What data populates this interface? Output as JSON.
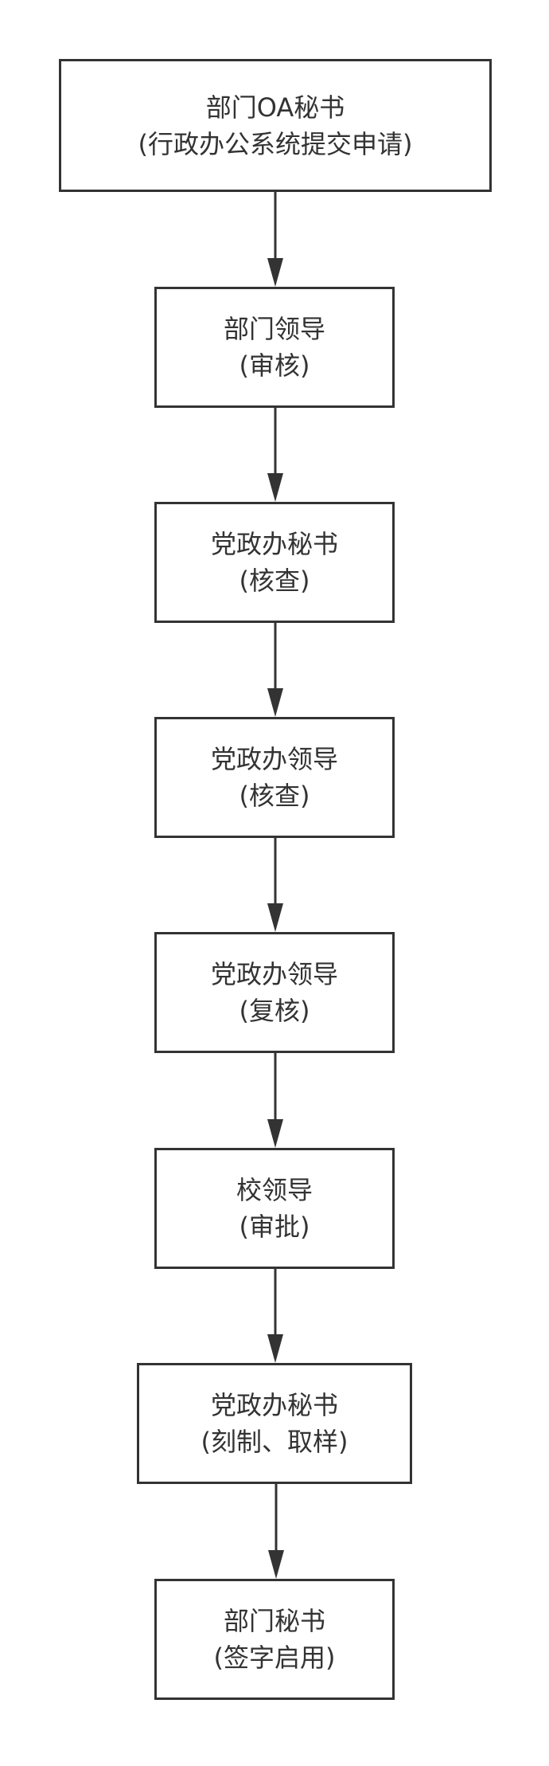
{
  "colors": {
    "stroke": "#333333",
    "background": "#ffffff"
  },
  "nodes": [
    {
      "title": "部门OA秘书",
      "subtitle": "(行政办公系统提交申请)"
    },
    {
      "title": "部门领导",
      "subtitle": "(审核)"
    },
    {
      "title": "党政办秘书",
      "subtitle": "(核查)"
    },
    {
      "title": "党政办领导",
      "subtitle": "(核查)"
    },
    {
      "title": "党政办领导",
      "subtitle": "(复核)"
    },
    {
      "title": "校领导",
      "subtitle": "(审批)"
    },
    {
      "title": "党政办秘书",
      "subtitle": "(刻制、取样)"
    },
    {
      "title": "部门秘书",
      "subtitle": "(签字启用)"
    }
  ]
}
